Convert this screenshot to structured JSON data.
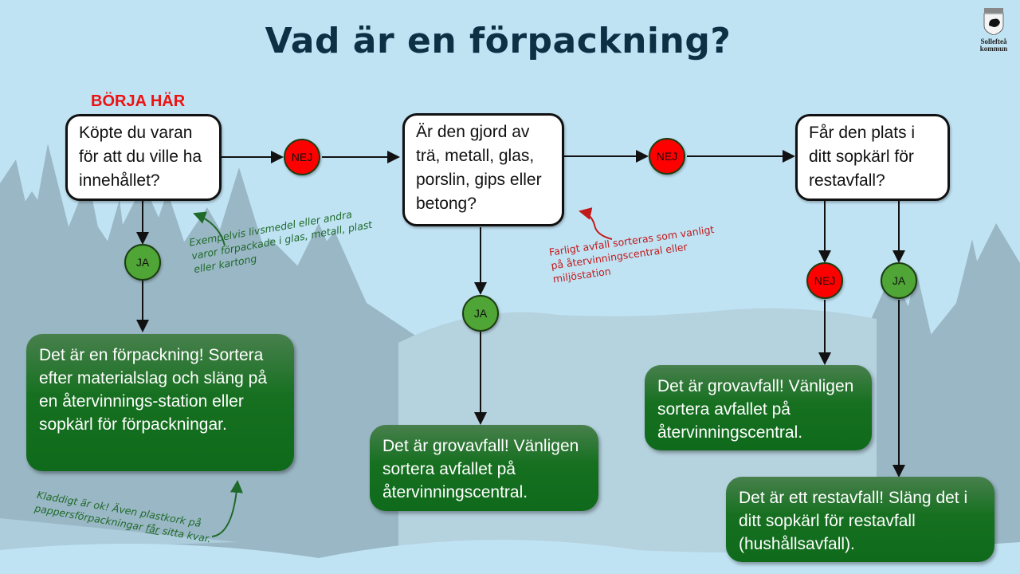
{
  "title": "Vad är en förpackning?",
  "logo": {
    "line1": "Sollefteå",
    "line2": "kommun"
  },
  "start_label": "BÖRJA HÄR",
  "questions": [
    {
      "text": "Köpte du varan för att du ville ha innehållet?"
    },
    {
      "text": "Är den gjord av trä, metall, glas, porslin, gips eller betong?"
    },
    {
      "text": "Får den plats i ditt sopkärl för restavfall?"
    }
  ],
  "nodes": {
    "q1_no": "NEJ",
    "q1_yes": "JA",
    "q2_no": "NEJ",
    "q2_yes": "JA",
    "q3_no": "NEJ",
    "q3_yes": "JA"
  },
  "results": [
    {
      "text": "Det är en förpackning! Sortera efter materialslag och släng på en återvinnings-station eller sopkärl för förpackningar."
    },
    {
      "text": "Det är grovavfall! Vänligen sortera avfallet på återvinningscentral."
    },
    {
      "text": "Det är grovavfall! Vänligen sortera avfallet på återvinningscentral."
    },
    {
      "text": "Det är ett restavfall! Släng det i ditt sopkärl för restavfall (hushållsavfall)."
    }
  ],
  "notes": {
    "examples": "Exempelvis livsmedel eller andra varor förpackade i glas, metall, plast eller kartong",
    "hazardous": "Farligt avfall sorteras som vanligt på återvinningscentral eller miljöstation",
    "dirty_prefix": "Kladdigt är ok! Även plastkork på pappersförpackningar ",
    "dirty_underlined": "får",
    "dirty_suffix": " sitta kvar."
  },
  "colors": {
    "background": "#c0e3f4",
    "title": "#0d3045",
    "start": "#ee1111",
    "no_node": "#ff0000",
    "yes_node": "#4fa535",
    "result_box": "#167020",
    "note_green": "#1e6a2a",
    "note_red": "#c21a1a"
  }
}
